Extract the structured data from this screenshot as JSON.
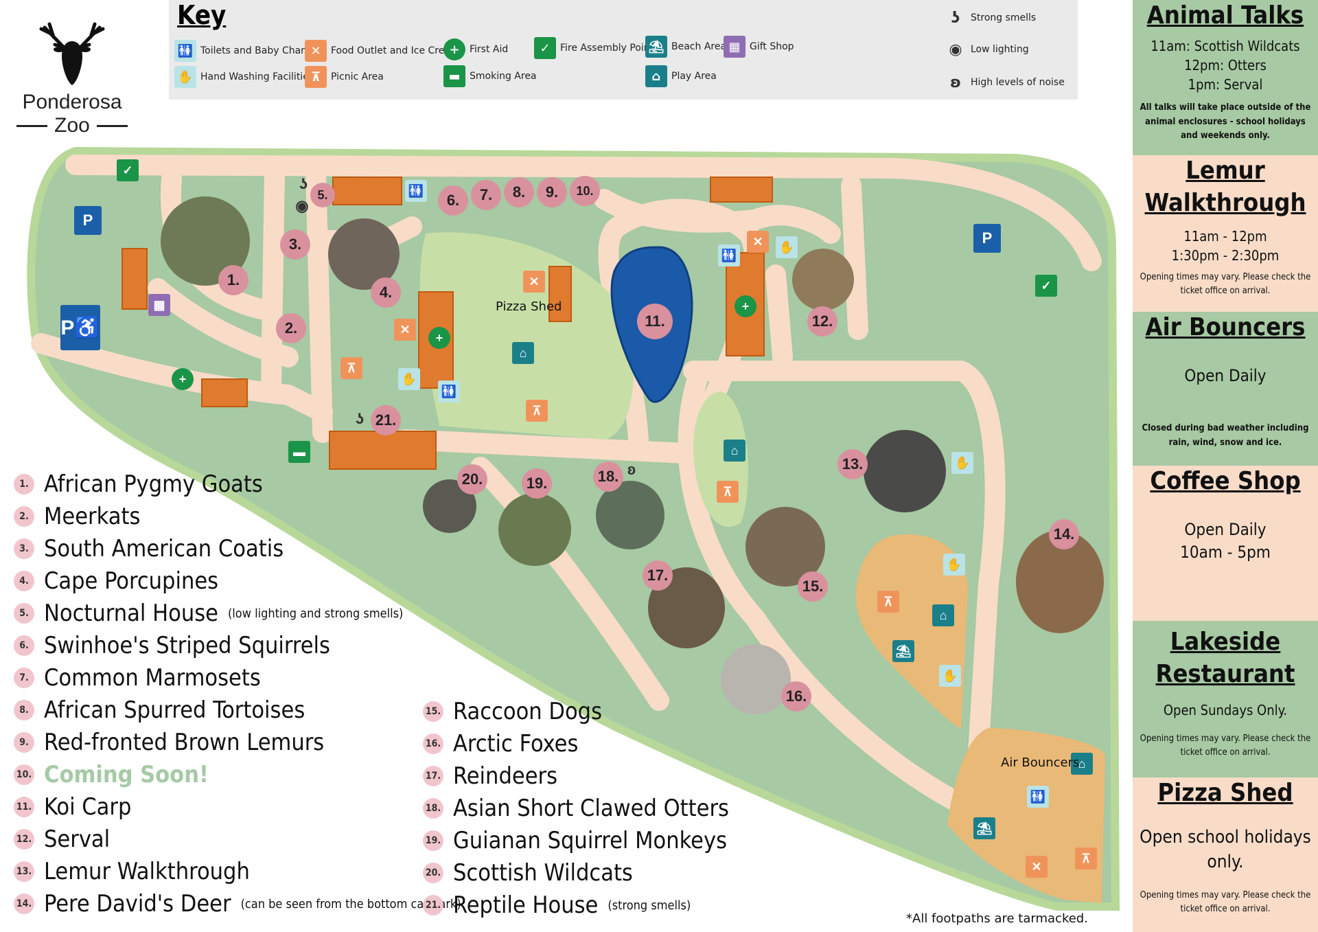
{
  "logo": {
    "line1": "Ponderosa",
    "line2": "Zoo",
    "icon": "deer-head-icon"
  },
  "key": {
    "title": "Key",
    "items": [
      {
        "label": "Toilets and Baby Change",
        "icon": "toilets-icon",
        "color": "#b9e3e6"
      },
      {
        "label": "Hand Washing Facilities",
        "icon": "hand-washing-icon",
        "color": "#b9e3e6"
      },
      {
        "label": "Food Outlet and Ice Cream",
        "icon": "food-outlet-icon",
        "color": "#f0935a"
      },
      {
        "label": "Picnic Area",
        "icon": "picnic-table-icon",
        "color": "#f0935a"
      },
      {
        "label": "First Aid",
        "icon": "first-aid-icon",
        "color": "#1a9447"
      },
      {
        "label": "Smoking Area",
        "icon": "smoking-icon",
        "color": "#1a9447"
      },
      {
        "label": "Fire Assembly Point",
        "icon": "checkmark-icon",
        "color": "#1a9447"
      },
      {
        "label": "Beach Area",
        "icon": "bucket-spade-icon",
        "color": "#1b7f8a"
      },
      {
        "label": "Play Area",
        "icon": "playground-icon",
        "color": "#1b7f8a"
      },
      {
        "label": "Gift Shop",
        "icon": "gift-icon",
        "color": "#8f6db3"
      },
      {
        "label": "Strong smells",
        "icon": "nose-icon"
      },
      {
        "label": "Low lighting",
        "icon": "eye-icon"
      },
      {
        "label": "High levels of noise",
        "icon": "ear-icon"
      }
    ]
  },
  "side_panels": {
    "animal_talks": {
      "title": "Animal Talks",
      "lines": [
        "11am: Scottish Wildcats",
        "12pm: Otters",
        "1pm: Serval"
      ],
      "note": "All talks will take place outside of the animal enclosures - school holidays and weekends only."
    },
    "lemur": {
      "title_1": "Lemur",
      "title_2": "Walkthrough",
      "lines": [
        "11am - 12pm",
        "1:30pm - 2:30pm"
      ],
      "note": "Opening times may vary. Please check the ticket office on arrival."
    },
    "air": {
      "title": "Air Bouncers",
      "line": "Open Daily",
      "note": "Closed during bad weather including rain, wind, snow and ice."
    },
    "coffee": {
      "title": "Coffee Shop",
      "lines": [
        "Open Daily",
        "10am - 5pm"
      ]
    },
    "lakeside": {
      "title_1": "Lakeside",
      "title_2": "Restaurant",
      "line": "Open Sundays Only.",
      "note": "Opening times may vary. Please check the ticket office on arrival."
    },
    "pizza": {
      "title": "Pizza Shed",
      "lines": [
        "Open school holidays",
        "only."
      ],
      "note": "Opening times may vary. Please check the ticket office on arrival."
    }
  },
  "legend": [
    {
      "num": "1.",
      "name": "African Pygmy Goats",
      "note": ""
    },
    {
      "num": "2.",
      "name": "Meerkats",
      "note": ""
    },
    {
      "num": "3.",
      "name": "South American Coatis",
      "note": ""
    },
    {
      "num": "4.",
      "name": "Cape Porcupines",
      "note": ""
    },
    {
      "num": "5.",
      "name": "Nocturnal House",
      "note": "(low lighting and strong smells)"
    },
    {
      "num": "6.",
      "name": "Swinhoe's Striped Squirrels",
      "note": ""
    },
    {
      "num": "7.",
      "name": "Common Marmosets",
      "note": ""
    },
    {
      "num": "8.",
      "name": "African Spurred Tortoises",
      "note": ""
    },
    {
      "num": "9.",
      "name": "Red-fronted Brown Lemurs",
      "note": ""
    },
    {
      "num": "10.",
      "name": "Coming Soon!",
      "note": ""
    },
    {
      "num": "11.",
      "name": "Koi Carp",
      "note": ""
    },
    {
      "num": "12.",
      "name": "Serval",
      "note": ""
    },
    {
      "num": "13.",
      "name": "Lemur Walkthrough",
      "note": ""
    },
    {
      "num": "14.",
      "name": "Pere David's Deer",
      "note": "(can be seen from the bottom car park)"
    },
    {
      "num": "15.",
      "name": "Raccoon Dogs",
      "note": ""
    },
    {
      "num": "16.",
      "name": "Arctic Foxes",
      "note": ""
    },
    {
      "num": "17.",
      "name": "Reindeers",
      "note": ""
    },
    {
      "num": "18.",
      "name": "Asian Short Clawed Otters",
      "note": ""
    },
    {
      "num": "19.",
      "name": "Guianan Squirrel Monkeys",
      "note": ""
    },
    {
      "num": "20.",
      "name": "Scottish Wildcats",
      "note": ""
    },
    {
      "num": "21.",
      "name": "Reptile House",
      "note": "(strong smells)"
    }
  ],
  "map": {
    "pizza_label": "Pizza Shed",
    "air_label": "Air Bouncers",
    "parking": "P",
    "pins": [
      "1.",
      "2.",
      "3.",
      "4.",
      "5.",
      "6.",
      "7.",
      "8.",
      "9.",
      "10.",
      "11.",
      "12.",
      "13.",
      "14.",
      "15.",
      "16.",
      "17.",
      "18.",
      "19.",
      "20.",
      "21."
    ]
  },
  "footnote": "*All footpaths are tarmacked.",
  "colors": {
    "grass": "#a7c9a3",
    "path": "#f8dcc8",
    "border": "#b8d89a",
    "lake": "#1b5aa8",
    "pin": "#d9919e",
    "building": "#e07a2e"
  }
}
